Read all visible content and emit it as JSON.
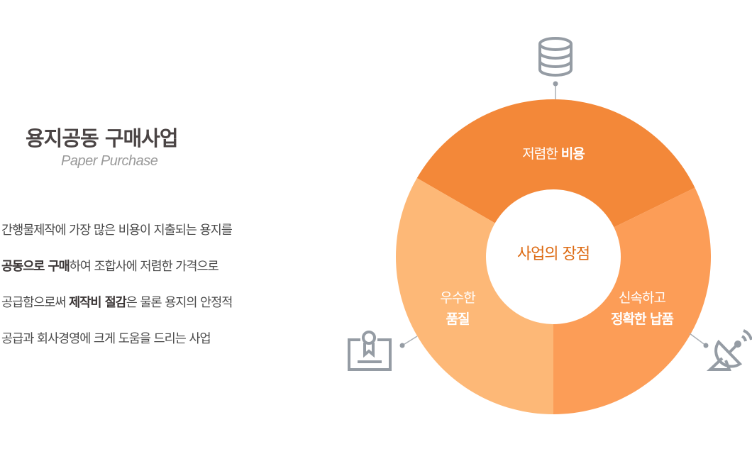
{
  "heading": {
    "title": "용지공동 구매사업",
    "subtitle": "Paper Purchase"
  },
  "description": {
    "line1": "간행물제작에 가장 많은 비용이 지출되는 용지를",
    "line2_bold": "공동으로 구매",
    "line2_rest": "하여 조합사에 저렴한 가격으로",
    "line3_pre": "공급함으로써 ",
    "line3_bold": "제작비 절감",
    "line3_rest": "은 물론 용지의 안정적",
    "line4": "공급과 회사경영에 크게 도움을 드리는 사업"
  },
  "diagram": {
    "center_label": "사업의 장점",
    "segments": [
      {
        "name": "cost",
        "light": "저렴한 ",
        "bold": "비용",
        "color": "#F38839",
        "icon": "database-icon"
      },
      {
        "name": "delivery",
        "light": "신속하고",
        "bold": "정확한 납품",
        "color": "#FC9D57",
        "icon": "satellite-dish-icon"
      },
      {
        "name": "quality",
        "light": "우수한",
        "bold": "품질",
        "color": "#FDB877",
        "icon": "certificate-icon"
      }
    ],
    "icon_color": "#959CA4",
    "center_color": "#DD6A12"
  }
}
